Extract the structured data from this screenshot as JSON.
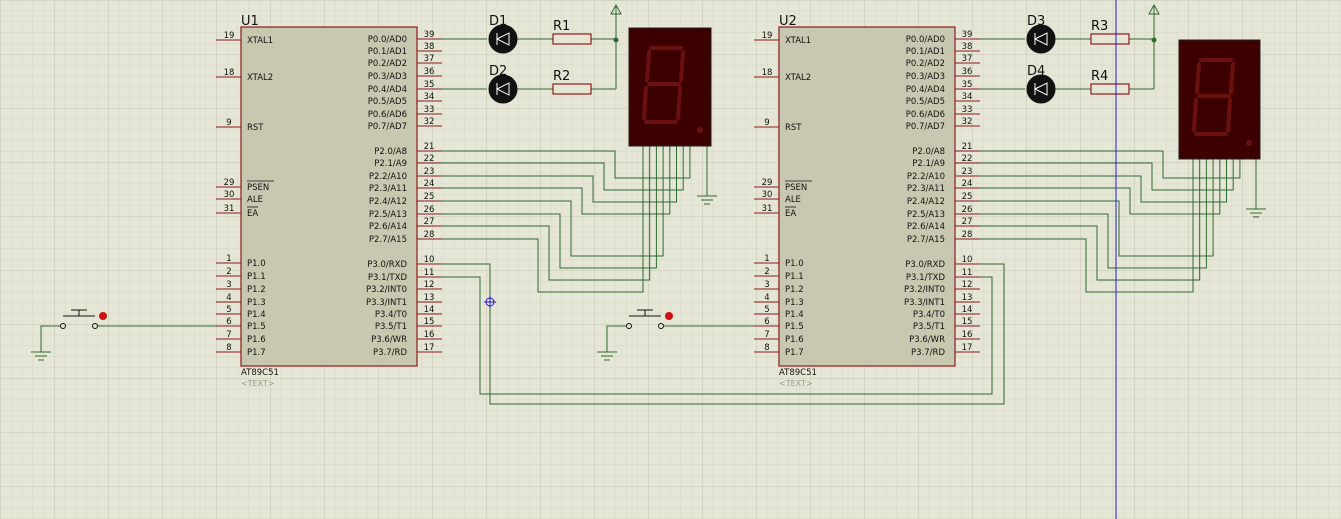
{
  "chips": [
    {
      "ref": "U1",
      "part": "AT89C51",
      "text": "<TEXT>"
    },
    {
      "ref": "U2",
      "part": "AT89C51",
      "text": "<TEXT>"
    }
  ],
  "left_pins": [
    {
      "num": "19",
      "name": "XTAL1"
    },
    {
      "num": "18",
      "name": "XTAL2"
    },
    {
      "num": "9",
      "name": "RST"
    },
    {
      "num": "29",
      "name": "PSEN"
    },
    {
      "num": "30",
      "name": "ALE"
    },
    {
      "num": "31",
      "name": "EA"
    },
    {
      "num": "1",
      "name": "P1.0"
    },
    {
      "num": "2",
      "name": "P1.1"
    },
    {
      "num": "3",
      "name": "P1.2"
    },
    {
      "num": "4",
      "name": "P1.3"
    },
    {
      "num": "5",
      "name": "P1.4"
    },
    {
      "num": "6",
      "name": "P1.5"
    },
    {
      "num": "7",
      "name": "P1.6"
    },
    {
      "num": "8",
      "name": "P1.7"
    }
  ],
  "right_pins": [
    {
      "num": "39",
      "name": "P0.0/AD0"
    },
    {
      "num": "38",
      "name": "P0.1/AD1"
    },
    {
      "num": "37",
      "name": "P0.2/AD2"
    },
    {
      "num": "36",
      "name": "P0.3/AD3"
    },
    {
      "num": "35",
      "name": "P0.4/AD4"
    },
    {
      "num": "34",
      "name": "P0.5/AD5"
    },
    {
      "num": "33",
      "name": "P0.6/AD6"
    },
    {
      "num": "32",
      "name": "P0.7/AD7"
    },
    {
      "num": "21",
      "name": "P2.0/A8"
    },
    {
      "num": "22",
      "name": "P2.1/A9"
    },
    {
      "num": "23",
      "name": "P2.2/A10"
    },
    {
      "num": "24",
      "name": "P2.3/A11"
    },
    {
      "num": "25",
      "name": "P2.4/A12"
    },
    {
      "num": "26",
      "name": "P2.5/A13"
    },
    {
      "num": "27",
      "name": "P2.6/A14"
    },
    {
      "num": "28",
      "name": "P2.7/A15"
    },
    {
      "num": "10",
      "name": "P3.0/RXD"
    },
    {
      "num": "11",
      "name": "P3.1/TXD"
    },
    {
      "num": "12",
      "name": "P3.2/INT0"
    },
    {
      "num": "13",
      "name": "P3.3/INT1"
    },
    {
      "num": "14",
      "name": "P3.4/T0"
    },
    {
      "num": "15",
      "name": "P3.5/T1"
    },
    {
      "num": "16",
      "name": "P3.6/WR"
    },
    {
      "num": "17",
      "name": "P3.7/RD"
    }
  ],
  "diodes": [
    "D1",
    "D2",
    "D3",
    "D4"
  ],
  "resistors": [
    "R1",
    "R2",
    "R3",
    "R4"
  ],
  "colors": {
    "background": "#e6e6d6",
    "grid": "#cfcfbd",
    "wire": "#2e6b2e",
    "component": "#8b1a1a",
    "chip_fill": "#c8c8b0",
    "display_bg": "#3d0000",
    "cursor": "#1f1fcc"
  }
}
